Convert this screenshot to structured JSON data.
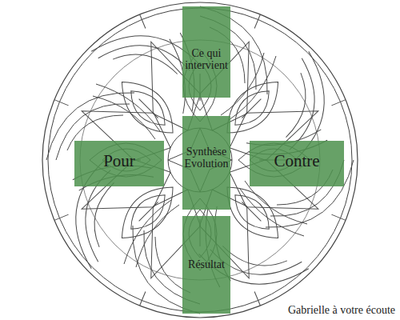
{
  "diagram": {
    "nodes": [
      {
        "text": [
          "Ce qui intervient"
        ]
      },
      {
        "text": [
          "Pour"
        ]
      },
      {
        "text": [
          "Synthèse Evolution"
        ]
      },
      {
        "text": [
          "Contre"
        ]
      },
      {
        "text": [
          "Résultat"
        ]
      }
    ],
    "labels": [
      "Gabrielle à votre écoute"
    ]
  }
}
